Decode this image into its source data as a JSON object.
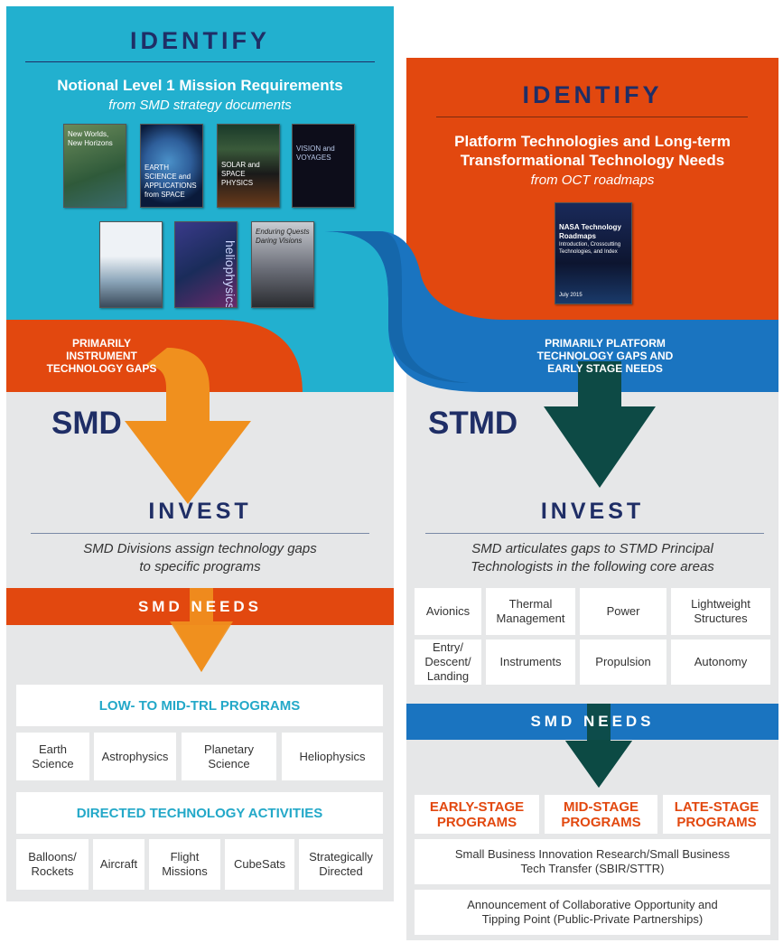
{
  "left_top": {
    "identify_title": "IDENTIFY",
    "subtitle_line1": "Notional Level 1 Mission Requirements",
    "subtitle_line2": "from SMD strategy documents",
    "covers": [
      {
        "title": "New Worlds, New Horizons",
        "color": "#2f5a3a"
      },
      {
        "title": "EARTH SCIENCE and APPLICATIONS from SPACE",
        "color": "#1e3a6e"
      },
      {
        "title": "SOLAR and SPACE PHYSICS",
        "color": "#2a2a2a"
      },
      {
        "title": "VISION and VOYAGES",
        "color": "#0d0d1a"
      },
      {
        "title": "",
        "color": "#dfe6ee"
      },
      {
        "title": "heliophysics",
        "color": "#1a2c5a"
      },
      {
        "title": "Enduring Quests Daring Visions",
        "color": "#6b6e78"
      }
    ]
  },
  "right_top": {
    "identify_title": "IDENTIFY",
    "subtitle_line1": "Platform Technologies and Long-term",
    "subtitle_line2": "Transformational Technology Needs",
    "subtitle_line3": "from OCT roadmaps",
    "cover_title": "NASA Technology Roadmaps",
    "cover_subtitle": "Introduction, Crosscutting Technologies, and Index",
    "cover_date": "July 2015"
  },
  "left_band": {
    "label_line1": "PRIMARILY",
    "label_line2": "INSTRUMENT",
    "label_line3": "TECHNOLOGY GAPS"
  },
  "right_band": {
    "label_line1": "PRIMARILY PLATFORM",
    "label_line2": "TECHNOLOGY GAPS AND",
    "label_line3": "EARLY STAGE NEEDS"
  },
  "left_lower": {
    "org": "SMD",
    "invest_title": "INVEST",
    "note_line1": "SMD Divisions assign technology gaps",
    "note_line2": "to specific programs",
    "needs_title": "SMD NEEDS",
    "programs_header": "LOW- TO MID-TRL PROGRAMS",
    "programs": [
      "Earth Science",
      "Astrophysics",
      "Planetary Science",
      "Heliophysics"
    ],
    "directed_header": "DIRECTED TECHNOLOGY ACTIVITIES",
    "directed": [
      "Balloons/ Rockets",
      "Aircraft",
      "Flight Missions",
      "CubeSats",
      "Strategically Directed"
    ]
  },
  "right_lower": {
    "org": "STMD",
    "invest_title": "INVEST",
    "note_line1": "SMD articulates gaps to STMD Principal",
    "note_line2": "Technologists in the following core areas",
    "core_areas": [
      "Avionics",
      "Thermal Management",
      "Power",
      "Lightweight Structures",
      "Entry/ Descent/ Landing",
      "Instruments",
      "Propulsion",
      "Autonomy"
    ],
    "needs_title": "SMD NEEDS",
    "stages": [
      "EARLY-STAGE PROGRAMS",
      "MID-STAGE PROGRAMS",
      "LATE-STAGE PROGRAMS"
    ],
    "sbir": "Small Business Innovation Research/Small Business Tech Transfer (SBIR/STTR)",
    "aco": "Announcement of Collaborative Opportunity and Tipping Point (Public-Private Partnerships)"
  },
  "colors": {
    "teal": "#22b0cf",
    "orange": "#e2480f",
    "blue": "#1a74c0",
    "navy": "#1f2e66",
    "dark_teal": "#0d4a45",
    "arrow_orange": "#f0901e",
    "grey": "#e6e7e8"
  }
}
